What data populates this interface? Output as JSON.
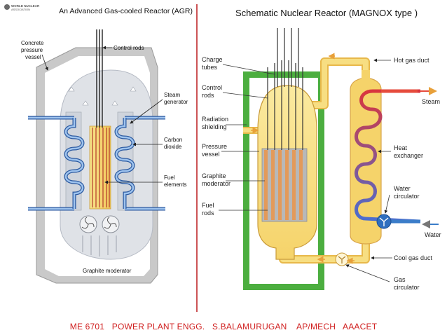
{
  "logo": {
    "line1": "WORLD NUCLEAR",
    "line2": "ASSOCIATION"
  },
  "agr": {
    "title": "An Advanced Gas-cooled Reactor (AGR)",
    "labels": {
      "concrete1": "Concrete",
      "concrete2": "pressure",
      "concrete3": "vessel",
      "control_rods": "Control rods",
      "steam1": "Steam",
      "steam2": "generator",
      "carbon1": "Carbon",
      "carbon2": "dioxide",
      "fuel1": "Fuel",
      "fuel2": "elements",
      "graphite": "Graphite moderator"
    }
  },
  "magnox": {
    "title": "Schematic Nuclear Reactor (MAGNOX type )",
    "labels": {
      "charge1": "Charge",
      "charge2": "tubes",
      "control1": "Control",
      "control2": "rods",
      "radiation1": "Radiation",
      "radiation2": "shielding",
      "pressure1": "Pressure",
      "pressure2": "vessel",
      "graphite1": "Graphite",
      "graphite2": "moderator",
      "fuel1": "Fuel",
      "fuel2": "rods",
      "hot_gas": "Hot gas duct",
      "steam": "Steam",
      "heat1": "Heat",
      "heat2": "exchanger",
      "water_circ1": "Water",
      "water_circ2": "circulator",
      "water": "Water",
      "cool_gas": "Cool gas duct",
      "gas1": "Gas",
      "gas2": "circulator"
    }
  },
  "footer": "ME 6701   POWER PLANT ENGG.   S.BALAMURUGAN    AP/MECH   AAACET",
  "colors": {
    "divider": "#c0282b",
    "footer": "#d02020",
    "shield": "#4cae3f",
    "duct": "#f5d36a",
    "steam_pipe": "#e64b3c",
    "water_pipe": "#3b7dc9"
  }
}
